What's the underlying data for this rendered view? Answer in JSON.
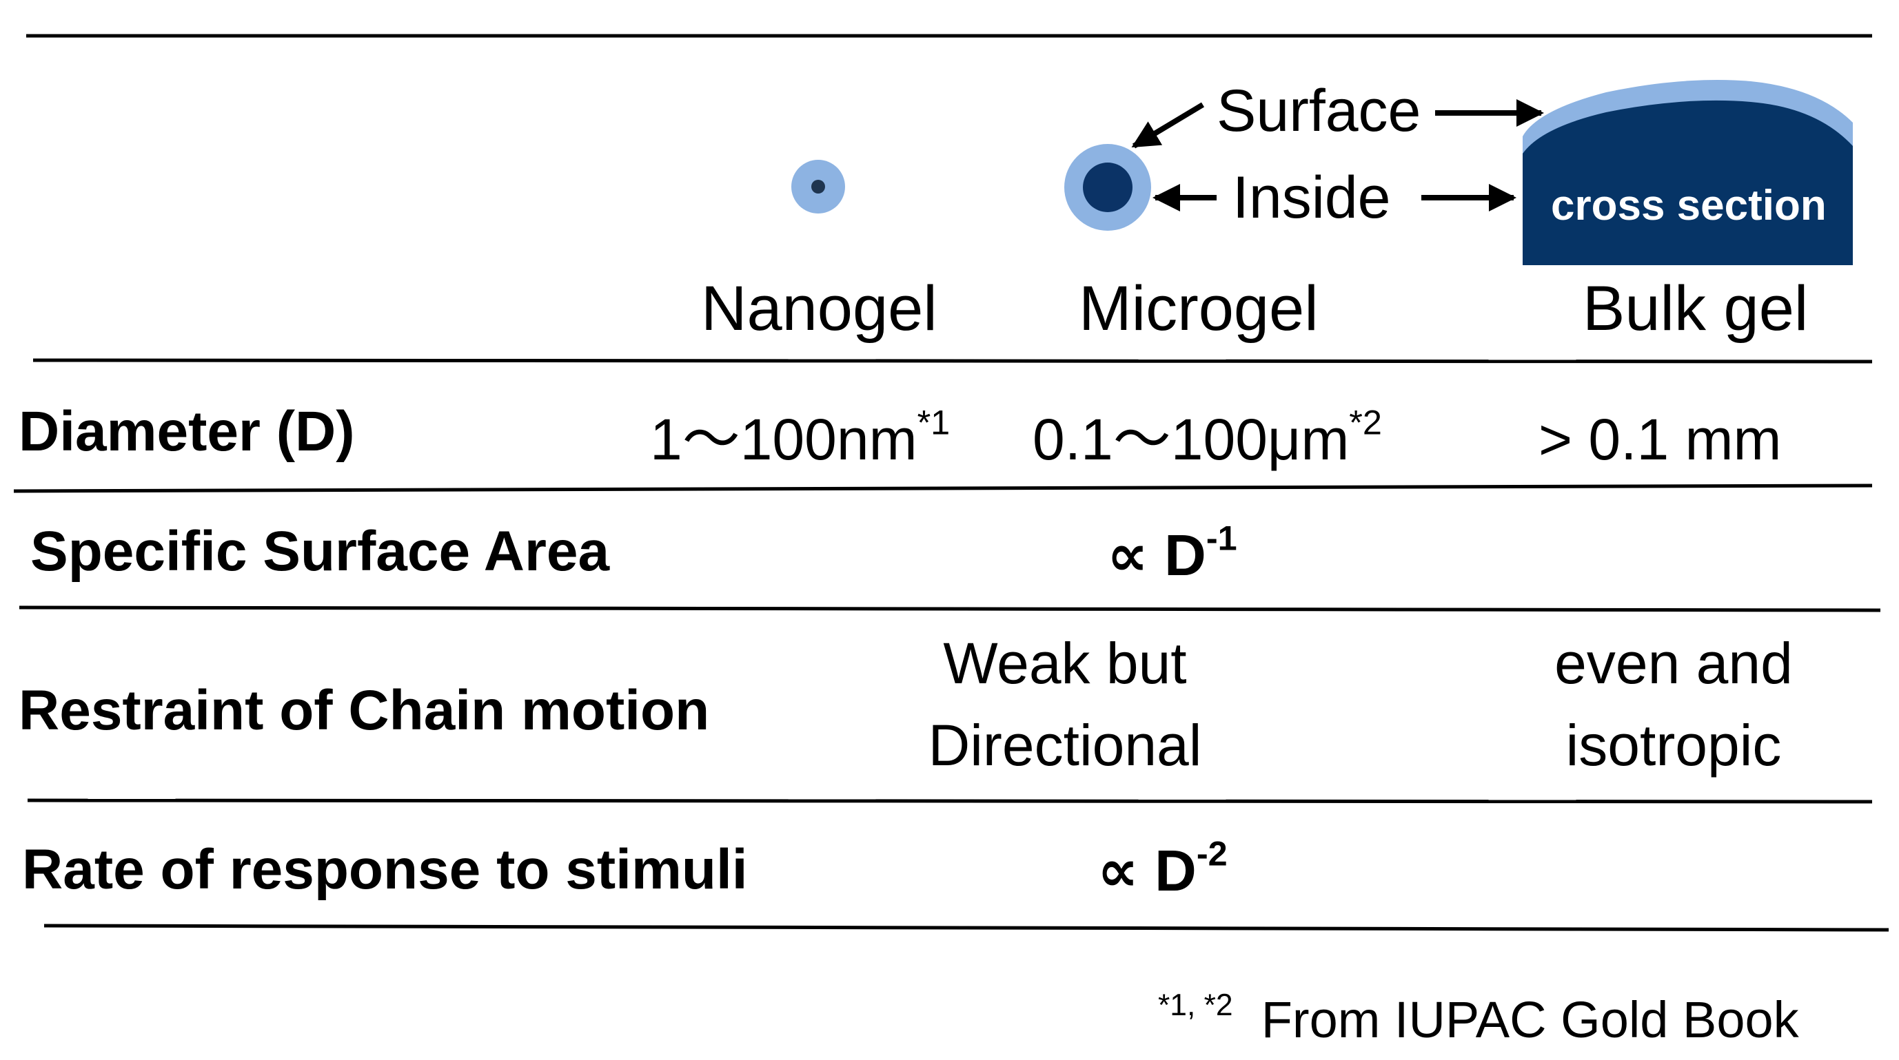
{
  "columns": {
    "nanogel": "Nanogel",
    "microgel": "Microgel",
    "bulk_gel": "Bulk gel"
  },
  "callouts": {
    "surface": "Surface",
    "inside": "Inside",
    "cross_section": "cross section"
  },
  "rows": {
    "diameter": {
      "label": "Diameter (D)",
      "nanogel_value": "1～100nm",
      "nanogel_note": "*1",
      "microgel_value": "0.1～100μm",
      "microgel_note": "*2",
      "bulk_value": "> 0.1 mm"
    },
    "specific_surface_area": {
      "label": "Specific Surface Area",
      "relation": "∝  D",
      "exponent": "-1"
    },
    "chain_motion": {
      "label": "Restraint of Chain motion",
      "micro_line1": "Weak but",
      "micro_line2": "Directional",
      "bulk_line1": "even and",
      "bulk_line2": "isotropic"
    },
    "response_rate": {
      "label": "Rate of response to stimuli",
      "relation": "∝  D",
      "exponent": "-2"
    }
  },
  "footnote": {
    "marks": "*1, *2",
    "text": "From IUPAC Gold Book"
  },
  "colors": {
    "surface_light_blue": "#8DB3E2",
    "core_dark_navy": "#0B3366",
    "bulk_navy": "#063466",
    "rule_line": "#000000"
  }
}
